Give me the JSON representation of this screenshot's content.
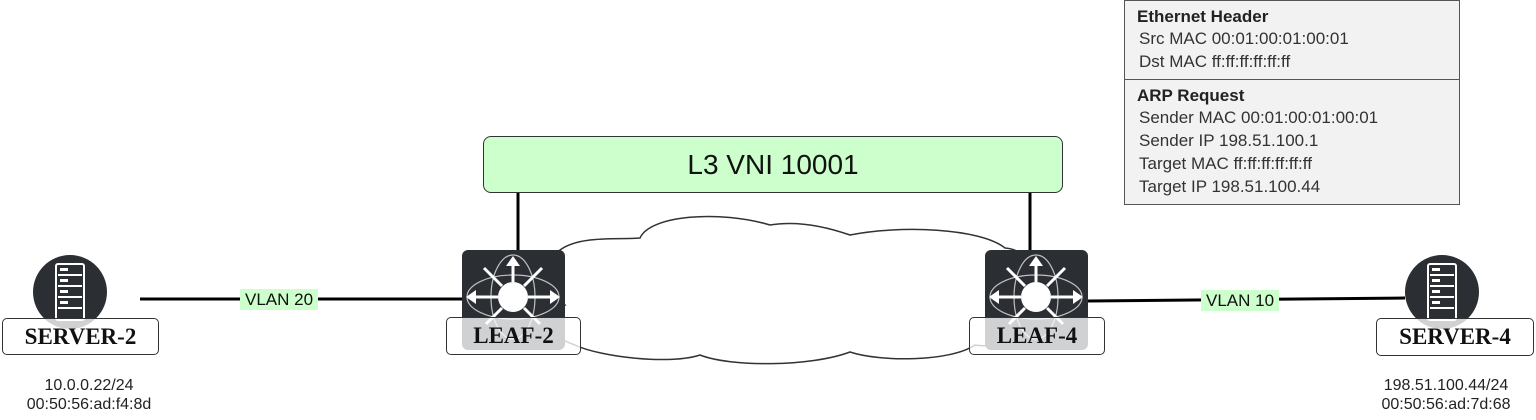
{
  "vni": {
    "label": "L3 VNI 10001"
  },
  "links": {
    "left_vlan": "VLAN 20",
    "right_vlan": "VLAN 10"
  },
  "nodes": {
    "server_left": {
      "name": "SERVER-2",
      "ip": "10.0.0.22/24",
      "mac": "00:50:56:ad:f4:8d"
    },
    "leaf_left": {
      "name": "LEAF-2"
    },
    "leaf_right": {
      "name": "LEAF-4"
    },
    "server_right": {
      "name": "SERVER-4",
      "ip": "198.51.100.44/24",
      "mac": "00:50:56:ad:7d:68"
    }
  },
  "packet": {
    "ethernet": {
      "title": "Ethernet Header",
      "lines": [
        "Src MAC 00:01:00:01:00:01",
        "Dst MAC ff:ff:ff:ff:ff:ff"
      ]
    },
    "arp": {
      "title": "ARP Request",
      "lines": [
        "Sender MAC 00:01:00:01:00:01",
        "Sender IP 198.51.100.1",
        "Target MAC ff:ff:ff:ff:ff:ff",
        "Target IP 198.51.100.44"
      ]
    }
  },
  "colors": {
    "vni_fill": "#ccffcc",
    "device_fill": "#2b2e33",
    "packet_fill": "#f2f2f2"
  }
}
